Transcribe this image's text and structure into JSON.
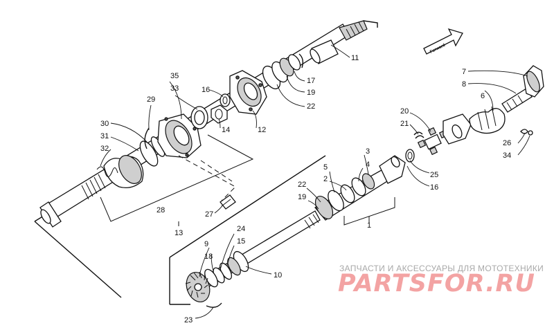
{
  "callouts": {
    "c1": "1",
    "c2": "2",
    "c3": "3",
    "c4": "4",
    "c5": "5",
    "c6": "6",
    "c7": "7",
    "c8": "8",
    "c9": "9",
    "c10": "10",
    "c11": "11",
    "c12": "12",
    "c13": "13",
    "c14": "14",
    "c15": "15",
    "c16a": "16",
    "c16b": "16",
    "c17": "17",
    "c18": "18",
    "c19a": "19",
    "c19b": "19",
    "c20": "20",
    "c21": "21",
    "c22a": "22",
    "c22b": "22",
    "c23": "23",
    "c24": "24",
    "c25": "25",
    "c26": "26",
    "c27": "27",
    "c28": "28",
    "c29": "29",
    "c30": "30",
    "c31": "31",
    "c32": "32",
    "c33": "33",
    "c34": "34",
    "c35": "35"
  },
  "forward_label": "Forward",
  "watermark": {
    "tagline": "ЗАПЧАСТИ И АКСЕССУАРЫ ДЛЯ МОТОТЕХНИКИ",
    "logo": "PARTSFOR.RU"
  }
}
